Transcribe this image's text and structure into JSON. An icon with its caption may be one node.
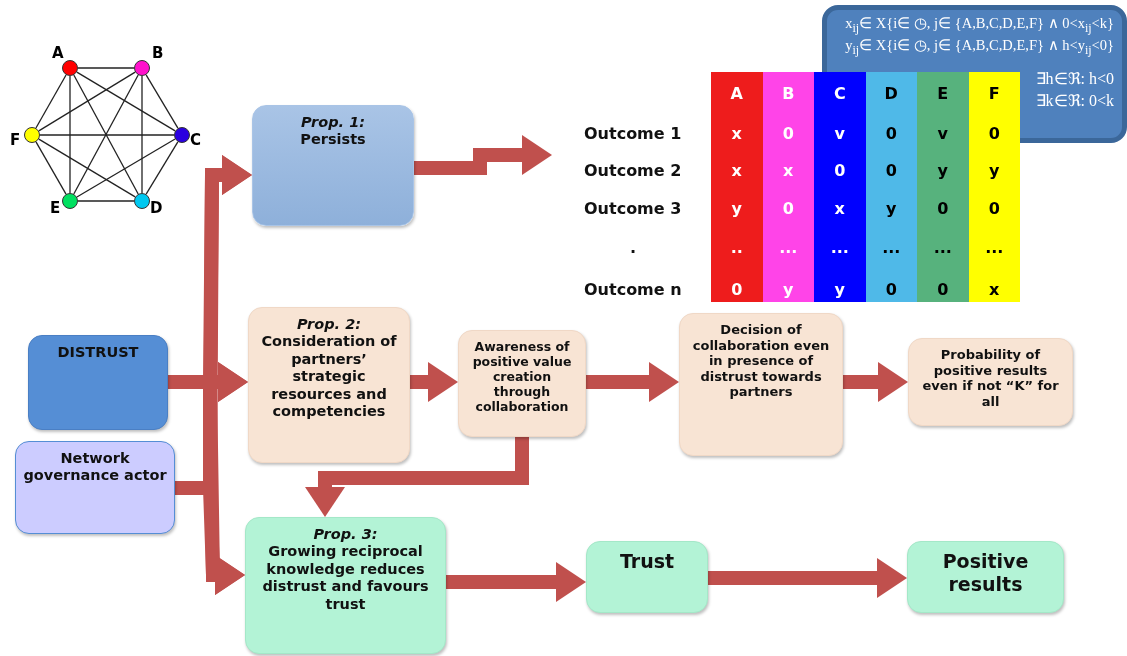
{
  "diagram": {
    "nodes": [
      {
        "text": [],
        "shape": "circle",
        "beside": [
          "A"
        ]
      },
      {
        "text": [],
        "shape": "circle",
        "beside": [
          "B"
        ]
      },
      {
        "text": [],
        "shape": "circle",
        "beside": [
          "C"
        ]
      },
      {
        "text": [],
        "shape": "circle",
        "beside": [
          "D"
        ]
      },
      {
        "text": [],
        "shape": "circle",
        "beside": [
          "E"
        ]
      },
      {
        "text": [],
        "shape": "circle",
        "beside": [
          "F"
        ]
      },
      {
        "text": [
          "x$_{ij}$∈ X{i∈ ◷, j∈ {A,B,C,D,E,F} ∧ 0<x$_{ij}$<k}",
          "y$_{ij}$∈ X{i∈ ◷, j∈ {A,B,C,D,E,F} ∧ h<y$_{ij}$<0}",
          "∃h∈ℜ: h<0",
          "∃k∈ℜ: 0<k"
        ]
      },
      {
        "text": [
          "Prop. 1:",
          "Persists"
        ]
      },
      {
        "text": [],
        "shape": "box"
      },
      {
        "text": [
          "DISTRUST"
        ]
      },
      {
        "text": [
          "Prop. 2:",
          "Consideration of partners’ strategic resources and competencies"
        ]
      },
      {
        "text": [
          "Awareness of positive value creation through collaboration"
        ]
      },
      {
        "text": [
          "Decision of collaboration even in presence of distrust towards partners"
        ]
      },
      {
        "text": [
          "Probability of positive results even if not “K” for all"
        ]
      },
      {
        "text": [
          "Network governance actor"
        ]
      },
      {
        "text": [
          "Prop. 3:",
          "Growing reciprocal knowledge reduces distrust and favours trust"
        ]
      },
      {
        "text": [
          "Trust"
        ]
      },
      {
        "text": [
          "Positive results"
        ]
      }
    ],
    "edges": [
      {
        "from": 0,
        "to": 1,
        "arrow": "none"
      },
      {
        "from": 0,
        "to": 2,
        "arrow": "none"
      },
      {
        "from": 0,
        "to": 3,
        "arrow": "none"
      },
      {
        "from": 0,
        "to": 4,
        "arrow": "none"
      },
      {
        "from": 0,
        "to": 5,
        "arrow": "none"
      },
      {
        "from": 1,
        "to": 2,
        "arrow": "none"
      },
      {
        "from": 1,
        "to": 3,
        "arrow": "none"
      },
      {
        "from": 1,
        "to": 4,
        "arrow": "none"
      },
      {
        "from": 1,
        "to": 5,
        "arrow": "none"
      },
      {
        "from": 2,
        "to": 3,
        "arrow": "none"
      },
      {
        "from": 2,
        "to": 4,
        "arrow": "none"
      },
      {
        "from": 2,
        "to": 5,
        "arrow": "none"
      },
      {
        "from": 3,
        "to": 4,
        "arrow": "none"
      },
      {
        "from": 3,
        "to": 5,
        "arrow": "none"
      },
      {
        "from": 4,
        "to": 5,
        "arrow": "none"
      },
      {
        "from": 7,
        "to": null,
        "arrow": "to",
        "style": "thick",
        "color": "#c0504d"
      },
      {
        "from": 9,
        "to": 7,
        "arrow": "to",
        "style": "thick",
        "color": "#c0504d"
      },
      {
        "from": 9,
        "to": 10,
        "arrow": "to",
        "style": "thick",
        "color": "#c0504d"
      },
      {
        "from": 9,
        "to": 15,
        "arrow": "to",
        "style": "thick",
        "color": "#c0504d"
      },
      {
        "from": 14,
        "to": 7,
        "arrow": "to",
        "style": "thick",
        "color": "#c0504d"
      },
      {
        "from": 14,
        "to": 10,
        "arrow": "to",
        "style": "thick",
        "color": "#c0504d"
      },
      {
        "from": 14,
        "to": 15,
        "arrow": "to",
        "style": "thick",
        "color": "#c0504d"
      },
      {
        "from": 10,
        "to": 11,
        "arrow": "to",
        "style": "thick",
        "color": "#c0504d"
      },
      {
        "from": 11,
        "to": 12,
        "arrow": "to",
        "style": "thick",
        "color": "#c0504d"
      },
      {
        "from": 12,
        "to": 13,
        "arrow": "to",
        "style": "thick",
        "color": "#c0504d"
      },
      {
        "from": 11,
        "to": 15,
        "arrow": "to",
        "style": "thick",
        "color": "#c0504d"
      },
      {
        "from": 15,
        "to": 16,
        "arrow": "to",
        "style": "thick",
        "color": "#c0504d"
      },
      {
        "from": 16,
        "to": 17,
        "arrow": "to",
        "style": "thick",
        "color": "#c0504d"
      }
    ],
    "labels": [
      "A",
      "B",
      "C",
      "D",
      "E",
      "F",
      "Outcome 1",
      "x",
      "0",
      "v",
      "0",
      "v",
      "0",
      "Outcome 2",
      "x",
      "x",
      "0",
      "0",
      "y",
      "y",
      "Outcome 3",
      "y",
      "0",
      "x",
      "y",
      "0",
      "0",
      ".",
      "..",
      "...",
      "...",
      "...",
      "...",
      "...",
      "Outcome n",
      "0",
      "y",
      "y",
      "0",
      "0",
      "x"
    ]
  }
}
